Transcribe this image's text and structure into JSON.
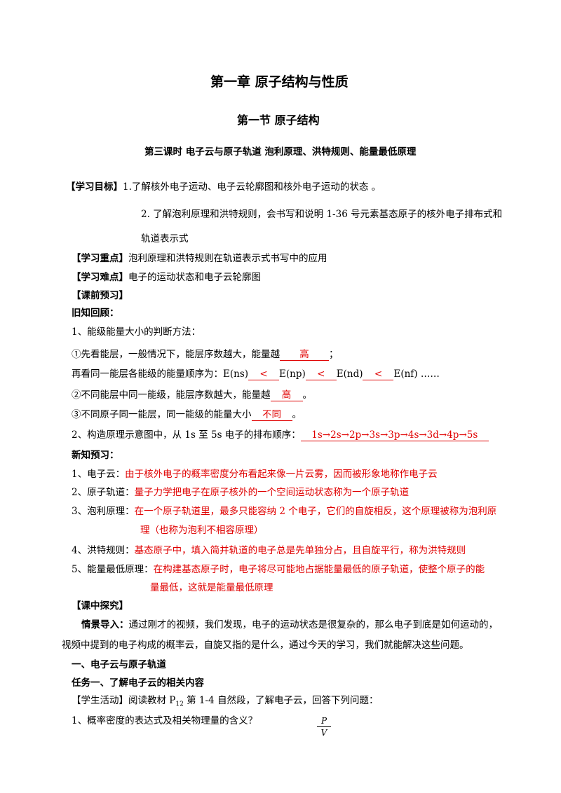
{
  "title": {
    "chapter": "第一章  原子结构与性质",
    "section": "第一节  原子结构",
    "lesson": "第三课时  电子云与原子轨道    泡利原理、洪特规则、能量最低原理"
  },
  "objectives": {
    "label": "【学习目标】",
    "item1": "1.了解核外电子运动、电子云轮廓图和核外电子运动的状态  。",
    "item2_line1": "2. 了解泡利原理和洪特规则，会书写和说明 1-36 号元素基态原子的核外电子排布式和",
    "item2_line2": "轨道表示式"
  },
  "focus": {
    "label": "【学习重点】",
    "text": "泡利原理和洪特规则在轨道表示式书写中的应用"
  },
  "difficulty": {
    "label": "【学习难点】",
    "text": "电子的运动状态和电子云轮廓图"
  },
  "preview": {
    "label": "【课前预习】",
    "review_label": "旧知回顾：",
    "q1": "1、能级能量大小的判断方法：",
    "q1a_text": "①先看能层，一般情况下，能层序数越大，能量越",
    "q1a_answer": "高",
    "q1a_end": "；",
    "q1b_text": "再看同一能层各能级的能量顺序为：",
    "q1b_ens": "E(ns)",
    "q1b_enp": "E(np)",
    "q1b_end": "E(nd)",
    "q1b_enf": "E(nf) ……",
    "q1b_lt": "<",
    "q1c_text": "②不同能层中同一能级，能层序数越大，能量越",
    "q1c_answer": "高",
    "q1c_end": "。",
    "q1d_text": "③不同原子同一能层，同一能级的能量大小",
    "q1d_answer": "不同",
    "q1d_end": "。",
    "q2_text": "2、构造原理示意图中，从 1s 至 5s 电子的排布顺序：",
    "q2_answer": "1s→2s→2p→3s→3p→4s→3d→4p→5s",
    "new_label": "新知预习：",
    "n1_label": "1、电子云：",
    "n1_text": "由于核外电子的概率密度分布看起来像一片云雾，因而被形象地称作电子云",
    "n2_label": "2、原子轨道：",
    "n2_text": "量子力学把电子在原子核外的一个空间运动状态称为一个原子轨道",
    "n3_label": "3、泡利原理：",
    "n3_text1": "在一个原子轨道里，最多只能容纳 2 个电子，它们的自旋相反，这个原理被称为泡利原",
    "n3_text2": "理（也称为泡利不相容原理）",
    "n4_label": "4、洪特规则：",
    "n4_text": "基态原子中，填入简并轨道的电子总是先单独分占，且自旋平行，称为洪特规则",
    "n5_label": "5、能量最低原理：",
    "n5_text1": "在构建基态原子时，电子将尽可能地占据能量最低的原子轨道，使整个原子的能",
    "n5_text2": "量最低，这就是能量最低原理"
  },
  "explore": {
    "label": "【课中探究】",
    "intro_label": "情景导入：",
    "intro_text1": "通过刚才的视频，我们发现，电子的运动状态是很复杂的，那么电子到底是如何运动的，",
    "intro_text2": "视频中提到的电子构成的概率云，自旋又指的是什么，通过今天的学习，我们就能解决这些问题。",
    "part1": "一、电子云与原子轨道",
    "task1": "任务一、了解电子云的相关内容",
    "activity_label": "【学生活动】",
    "activity_text_a": "阅读教材 P",
    "activity_sub": "12",
    "activity_text_b": " 第 1-4 自然段，了解电子云，回答下列问题：",
    "q_density": "1、概率密度的表达式及相关物理量的含义？",
    "frac_num": "P",
    "frac_den": "V"
  }
}
